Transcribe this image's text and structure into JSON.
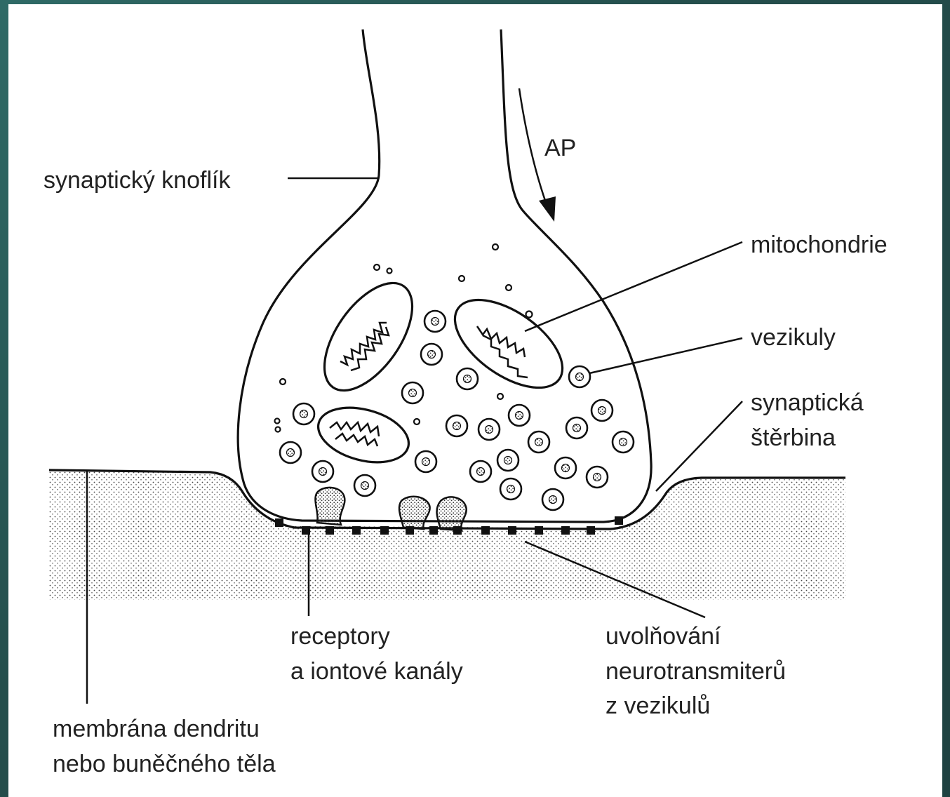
{
  "diagram": {
    "labels": {
      "ap": "AP",
      "synaptic_knob": "synaptický knoflík",
      "mitochondria": "mitochondrie",
      "vesicles": "vezikuly",
      "cleft_line1": "synaptická",
      "cleft_line2": "štěrbina",
      "receptors_line1": "receptory",
      "receptors_line2": "a iontové kanály",
      "release_line1": "uvolňování",
      "release_line2": "neurotransmiterů",
      "release_line3": "z vezikulů",
      "membrane_line1": "membrána dendritu",
      "membrane_line2": "nebo buněčného těla"
    },
    "colors": {
      "ink": "#111111",
      "paper": "#ffffff",
      "frame": "#2b5c5a"
    }
  }
}
